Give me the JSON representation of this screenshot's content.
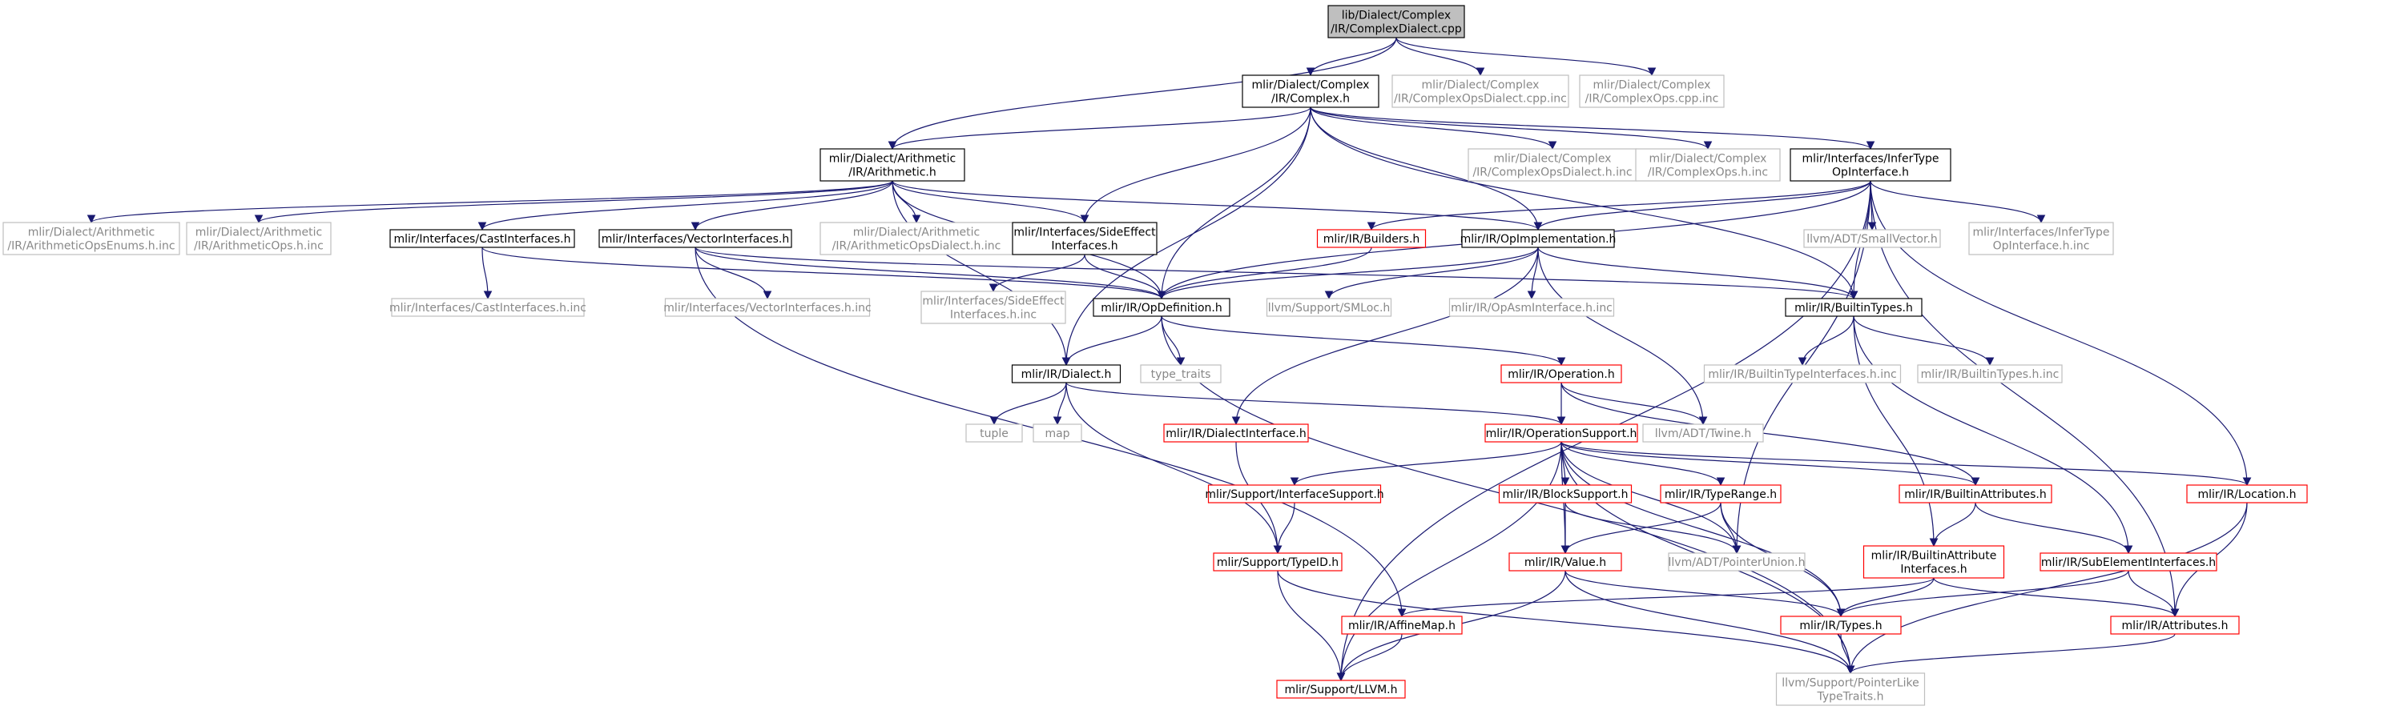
{
  "colors": {
    "edge": "#191970",
    "black_border": "#000000",
    "red_border": "#ff0000",
    "gray_border": "#bfbfbf",
    "gray_text": "#888888",
    "root_fill": "#bfbfbf"
  },
  "nodes": [
    {
      "id": "root",
      "kind": "root",
      "lines": [
        "lib/Dialect/Complex",
        "/IR/ComplexDialect.cpp"
      ]
    },
    {
      "id": "complex_h",
      "kind": "black",
      "lines": [
        "mlir/Dialect/Complex",
        "/IR/Complex.h"
      ]
    },
    {
      "id": "complex_ops_dialect_cpp_inc",
      "kind": "gray",
      "lines": [
        "mlir/Dialect/Complex",
        "/IR/ComplexOpsDialect.cpp.inc"
      ]
    },
    {
      "id": "complex_ops_cpp_inc",
      "kind": "gray",
      "lines": [
        "mlir/Dialect/Complex",
        "/IR/ComplexOps.cpp.inc"
      ]
    },
    {
      "id": "arith_h",
      "kind": "black",
      "lines": [
        "mlir/Dialect/Arithmetic",
        "/IR/Arithmetic.h"
      ]
    },
    {
      "id": "complex_ops_dialect_h_inc",
      "kind": "gray",
      "lines": [
        "mlir/Dialect/Complex",
        "/IR/ComplexOpsDialect.h.inc"
      ]
    },
    {
      "id": "complex_ops_h_inc",
      "kind": "gray",
      "lines": [
        "mlir/Dialect/Complex",
        "/IR/ComplexOps.h.inc"
      ]
    },
    {
      "id": "infer_type",
      "kind": "black",
      "lines": [
        "mlir/Interfaces/InferType",
        "OpInterface.h"
      ]
    },
    {
      "id": "arith_enums",
      "kind": "gray",
      "lines": [
        "mlir/Dialect/Arithmetic",
        "/IR/ArithmeticOpsEnums.h.inc"
      ]
    },
    {
      "id": "arith_ops_inc",
      "kind": "gray",
      "lines": [
        "mlir/Dialect/Arithmetic",
        "/IR/ArithmeticOps.h.inc"
      ]
    },
    {
      "id": "cast_interfaces",
      "kind": "black",
      "lines": [
        "mlir/Interfaces/CastInterfaces.h"
      ]
    },
    {
      "id": "vector_interfaces",
      "kind": "black",
      "lines": [
        "mlir/Interfaces/VectorInterfaces.h"
      ]
    },
    {
      "id": "arith_dialect_inc",
      "kind": "gray",
      "lines": [
        "mlir/Dialect/Arithmetic",
        "/IR/ArithmeticOpsDialect.h.inc"
      ]
    },
    {
      "id": "side_effect",
      "kind": "black",
      "lines": [
        "mlir/Interfaces/SideEffect",
        "Interfaces.h"
      ]
    },
    {
      "id": "builders",
      "kind": "red",
      "lines": [
        "mlir/IR/Builders.h"
      ]
    },
    {
      "id": "op_impl",
      "kind": "black",
      "lines": [
        "mlir/IR/OpImplementation.h"
      ]
    },
    {
      "id": "small_vector",
      "kind": "gray",
      "lines": [
        "llvm/ADT/SmallVector.h"
      ]
    },
    {
      "id": "infer_type_inc",
      "kind": "gray",
      "lines": [
        "mlir/Interfaces/InferType",
        "OpInterface.h.inc"
      ]
    },
    {
      "id": "cast_interfaces_inc",
      "kind": "gray",
      "lines": [
        "mlir/Interfaces/CastInterfaces.h.inc"
      ]
    },
    {
      "id": "vector_interfaces_inc",
      "kind": "gray",
      "lines": [
        "mlir/Interfaces/VectorInterfaces.h.inc"
      ]
    },
    {
      "id": "side_effect_inc",
      "kind": "gray",
      "lines": [
        "mlir/Interfaces/SideEffect",
        "Interfaces.h.inc"
      ]
    },
    {
      "id": "op_definition",
      "kind": "black",
      "lines": [
        "mlir/IR/OpDefinition.h"
      ]
    },
    {
      "id": "smloc",
      "kind": "gray",
      "lines": [
        "llvm/Support/SMLoc.h"
      ]
    },
    {
      "id": "op_asm_inc",
      "kind": "gray",
      "lines": [
        "mlir/IR/OpAsmInterface.h.inc"
      ]
    },
    {
      "id": "builtin_types",
      "kind": "black",
      "lines": [
        "mlir/IR/BuiltinTypes.h"
      ]
    },
    {
      "id": "dialect_h",
      "kind": "black",
      "lines": [
        "mlir/IR/Dialect.h"
      ]
    },
    {
      "id": "type_traits",
      "kind": "gray",
      "lines": [
        "type_traits"
      ]
    },
    {
      "id": "operation_h",
      "kind": "red",
      "lines": [
        "mlir/IR/Operation.h"
      ]
    },
    {
      "id": "builtin_type_interfaces_inc",
      "kind": "gray",
      "lines": [
        "mlir/IR/BuiltinTypeInterfaces.h.inc"
      ]
    },
    {
      "id": "builtin_types_inc",
      "kind": "gray",
      "lines": [
        "mlir/IR/BuiltinTypes.h.inc"
      ]
    },
    {
      "id": "tuple",
      "kind": "gray",
      "lines": [
        "tuple"
      ]
    },
    {
      "id": "map",
      "kind": "gray",
      "lines": [
        "map"
      ]
    },
    {
      "id": "dialect_interface",
      "kind": "red",
      "lines": [
        "mlir/IR/DialectInterface.h"
      ]
    },
    {
      "id": "operation_support",
      "kind": "red",
      "lines": [
        "mlir/IR/OperationSupport.h"
      ]
    },
    {
      "id": "twine",
      "kind": "gray",
      "lines": [
        "llvm/ADT/Twine.h"
      ]
    },
    {
      "id": "interface_support",
      "kind": "red",
      "lines": [
        "mlir/Support/InterfaceSupport.h"
      ]
    },
    {
      "id": "block_support",
      "kind": "red",
      "lines": [
        "mlir/IR/BlockSupport.h"
      ]
    },
    {
      "id": "type_range",
      "kind": "red",
      "lines": [
        "mlir/IR/TypeRange.h"
      ]
    },
    {
      "id": "builtin_attributes",
      "kind": "red",
      "lines": [
        "mlir/IR/BuiltinAttributes.h"
      ]
    },
    {
      "id": "location",
      "kind": "red",
      "lines": [
        "mlir/IR/Location.h"
      ]
    },
    {
      "id": "type_id",
      "kind": "red",
      "lines": [
        "mlir/Support/TypeID.h"
      ]
    },
    {
      "id": "value_h",
      "kind": "red",
      "lines": [
        "mlir/IR/Value.h"
      ]
    },
    {
      "id": "pointer_union",
      "kind": "gray",
      "lines": [
        "llvm/ADT/PointerUnion.h"
      ]
    },
    {
      "id": "builtin_attr_interfaces",
      "kind": "red",
      "lines": [
        "mlir/IR/BuiltinAttribute",
        "Interfaces.h"
      ]
    },
    {
      "id": "sub_element",
      "kind": "red",
      "lines": [
        "mlir/IR/SubElementInterfaces.h"
      ]
    },
    {
      "id": "affine_map",
      "kind": "red",
      "lines": [
        "mlir/IR/AffineMap.h"
      ]
    },
    {
      "id": "types_h",
      "kind": "red",
      "lines": [
        "mlir/IR/Types.h"
      ]
    },
    {
      "id": "attributes_h",
      "kind": "red",
      "lines": [
        "mlir/IR/Attributes.h"
      ]
    },
    {
      "id": "llvm_h",
      "kind": "red",
      "lines": [
        "mlir/Support/LLVM.h"
      ]
    },
    {
      "id": "pointer_like",
      "kind": "gray",
      "lines": [
        "llvm/Support/PointerLike",
        "TypeTraits.h"
      ]
    }
  ],
  "edges": [
    [
      "root",
      "complex_h"
    ],
    [
      "root",
      "complex_ops_dialect_cpp_inc"
    ],
    [
      "root",
      "complex_ops_cpp_inc"
    ],
    [
      "root",
      "arith_h"
    ],
    [
      "complex_h",
      "arith_h"
    ],
    [
      "complex_h",
      "complex_ops_dialect_h_inc"
    ],
    [
      "complex_h",
      "complex_ops_h_inc"
    ],
    [
      "complex_h",
      "infer_type"
    ],
    [
      "complex_h",
      "side_effect"
    ],
    [
      "complex_h",
      "op_impl"
    ],
    [
      "complex_h",
      "op_definition"
    ],
    [
      "complex_h",
      "dialect_h"
    ],
    [
      "complex_h",
      "builtin_types"
    ],
    [
      "arith_h",
      "arith_enums"
    ],
    [
      "arith_h",
      "arith_ops_inc"
    ],
    [
      "arith_h",
      "cast_interfaces"
    ],
    [
      "arith_h",
      "vector_interfaces"
    ],
    [
      "arith_h",
      "arith_dialect_inc"
    ],
    [
      "arith_h",
      "side_effect"
    ],
    [
      "arith_h",
      "op_impl"
    ],
    [
      "arith_h",
      "op_definition"
    ],
    [
      "arith_h",
      "dialect_h"
    ],
    [
      "infer_type",
      "builders"
    ],
    [
      "infer_type",
      "op_impl"
    ],
    [
      "infer_type",
      "small_vector"
    ],
    [
      "infer_type",
      "infer_type_inc"
    ],
    [
      "infer_type",
      "builtin_types"
    ],
    [
      "infer_type",
      "location"
    ],
    [
      "infer_type",
      "attributes_h"
    ],
    [
      "infer_type",
      "pointer_union"
    ],
    [
      "infer_type",
      "llvm_h"
    ],
    [
      "infer_type",
      "op_definition"
    ],
    [
      "cast_interfaces",
      "cast_interfaces_inc"
    ],
    [
      "cast_interfaces",
      "op_definition"
    ],
    [
      "vector_interfaces",
      "vector_interfaces_inc"
    ],
    [
      "vector_interfaces",
      "op_definition"
    ],
    [
      "vector_interfaces",
      "builtin_types"
    ],
    [
      "vector_interfaces",
      "affine_map"
    ],
    [
      "side_effect",
      "side_effect_inc"
    ],
    [
      "side_effect",
      "op_definition"
    ],
    [
      "builders",
      "op_definition"
    ],
    [
      "op_impl",
      "op_definition"
    ],
    [
      "op_impl",
      "smloc"
    ],
    [
      "op_impl",
      "op_asm_inc"
    ],
    [
      "op_impl",
      "builtin_types"
    ],
    [
      "op_impl",
      "dialect_interface"
    ],
    [
      "op_impl",
      "twine"
    ],
    [
      "op_definition",
      "dialect_h"
    ],
    [
      "op_definition",
      "type_traits"
    ],
    [
      "op_definition",
      "operation_h"
    ],
    [
      "op_definition",
      "pointer_like"
    ],
    [
      "builtin_types",
      "builtin_type_interfaces_inc"
    ],
    [
      "builtin_types",
      "builtin_types_inc"
    ],
    [
      "builtin_types",
      "builtin_attr_interfaces"
    ],
    [
      "builtin_types",
      "sub_element"
    ],
    [
      "dialect_h",
      "tuple"
    ],
    [
      "dialect_h",
      "map"
    ],
    [
      "dialect_h",
      "operation_support"
    ],
    [
      "dialect_h",
      "type_id"
    ],
    [
      "operation_h",
      "operation_support"
    ],
    [
      "operation_h",
      "twine"
    ],
    [
      "operation_h",
      "builtin_attributes"
    ],
    [
      "dialect_interface",
      "type_id"
    ],
    [
      "operation_support",
      "interface_support"
    ],
    [
      "operation_support",
      "block_support"
    ],
    [
      "operation_support",
      "type_range"
    ],
    [
      "operation_support",
      "builtin_attributes"
    ],
    [
      "operation_support",
      "location"
    ],
    [
      "operation_support",
      "value_h"
    ],
    [
      "operation_support",
      "pointer_union"
    ],
    [
      "operation_support",
      "types_h"
    ],
    [
      "operation_support",
      "pointer_like"
    ],
    [
      "operation_support",
      "llvm_h"
    ],
    [
      "interface_support",
      "type_id"
    ],
    [
      "block_support",
      "value_h"
    ],
    [
      "block_support",
      "pointer_union"
    ],
    [
      "type_range",
      "value_h"
    ],
    [
      "type_range",
      "pointer_union"
    ],
    [
      "type_range",
      "types_h"
    ],
    [
      "builtin_attributes",
      "builtin_attr_interfaces"
    ],
    [
      "builtin_attributes",
      "sub_element"
    ],
    [
      "location",
      "attributes_h"
    ],
    [
      "location",
      "pointer_like"
    ],
    [
      "type_id",
      "llvm_h"
    ],
    [
      "type_id",
      "pointer_like"
    ],
    [
      "value_h",
      "types_h"
    ],
    [
      "value_h",
      "pointer_like"
    ],
    [
      "value_h",
      "llvm_h"
    ],
    [
      "builtin_attr_interfaces",
      "affine_map"
    ],
    [
      "builtin_attr_interfaces",
      "types_h"
    ],
    [
      "builtin_attr_interfaces",
      "attributes_h"
    ],
    [
      "sub_element",
      "types_h"
    ],
    [
      "sub_element",
      "attributes_h"
    ],
    [
      "affine_map",
      "llvm_h"
    ],
    [
      "types_h",
      "pointer_like"
    ],
    [
      "attributes_h",
      "pointer_like"
    ]
  ]
}
